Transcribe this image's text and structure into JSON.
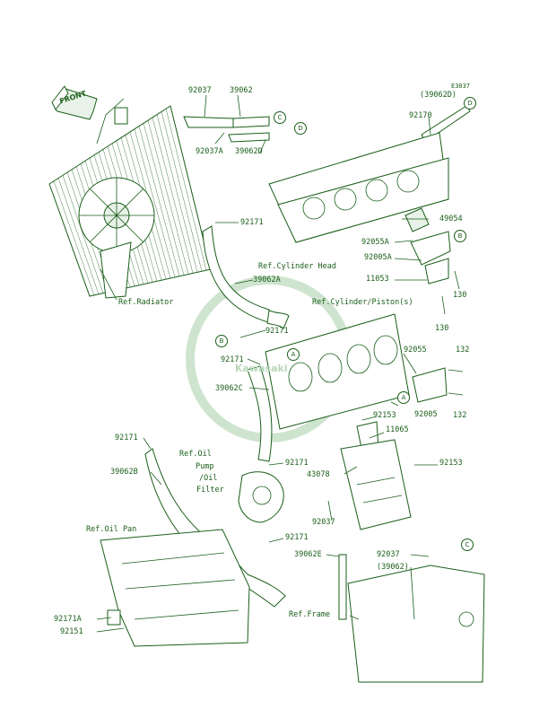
{
  "diagram": {
    "code": "E3037",
    "front_label": "FRONT",
    "watermark_text": "Kawasaki",
    "part_labels": [
      {
        "id": "p92037-top",
        "text": "92037"
      },
      {
        "id": "p39062-top",
        "text": "39062"
      },
      {
        "id": "p92037A",
        "text": "92037A"
      },
      {
        "id": "p39062D",
        "text": "39062D"
      },
      {
        "id": "p39062D-paren",
        "text": "(39062D)"
      },
      {
        "id": "p92170",
        "text": "92170"
      },
      {
        "id": "p92171-a",
        "text": "92171"
      },
      {
        "id": "p49054",
        "text": "49054"
      },
      {
        "id": "p92055A",
        "text": "92055A"
      },
      {
        "id": "p92005A",
        "text": "92005A"
      },
      {
        "id": "p11053",
        "text": "11053"
      },
      {
        "id": "p130-a",
        "text": "130"
      },
      {
        "id": "p130-b",
        "text": "130"
      },
      {
        "id": "p39062A",
        "text": "39062A"
      },
      {
        "id": "p92171-b",
        "text": "92171"
      },
      {
        "id": "p92171-c",
        "text": "92171"
      },
      {
        "id": "p39062C",
        "text": "39062C"
      },
      {
        "id": "p92055",
        "text": "92055"
      },
      {
        "id": "p132-a",
        "text": "132"
      },
      {
        "id": "p132-b",
        "text": "132"
      },
      {
        "id": "p92005",
        "text": "92005"
      },
      {
        "id": "p92153-a",
        "text": "92153"
      },
      {
        "id": "p11065",
        "text": "11065"
      },
      {
        "id": "p92171-d",
        "text": "92171"
      },
      {
        "id": "p39062B",
        "text": "39062B"
      },
      {
        "id": "p92171-e",
        "text": "92171"
      },
      {
        "id": "p43078",
        "text": "43078"
      },
      {
        "id": "p92153-b",
        "text": "92153"
      },
      {
        "id": "p92037-low",
        "text": "92037"
      },
      {
        "id": "p92171-f",
        "text": "92171"
      },
      {
        "id": "p39062E",
        "text": "39062E"
      },
      {
        "id": "p92037-right",
        "text": "92037"
      },
      {
        "id": "p39062-paren",
        "text": "(39062)"
      },
      {
        "id": "p92171A",
        "text": "92171A"
      },
      {
        "id": "p92151",
        "text": "92151"
      }
    ],
    "ref_labels": [
      {
        "id": "ref-radiator",
        "text": "Ref.Radiator"
      },
      {
        "id": "ref-cyl-head",
        "text": "Ref.Cylinder Head"
      },
      {
        "id": "ref-cyl-piston",
        "text": "Ref.Cylinder/Piston(s)"
      },
      {
        "id": "ref-oil-pump",
        "lines": [
          "Ref.Oil",
          "Pump",
          "/Oil",
          "Filter"
        ]
      },
      {
        "id": "ref-oil-pan",
        "text": "Ref.Oil Pan"
      },
      {
        "id": "ref-frame",
        "text": "Ref.Frame"
      }
    ],
    "connectors": [
      {
        "id": "c-C-top",
        "letter": "C"
      },
      {
        "id": "c-D-top",
        "letter": "D"
      },
      {
        "id": "c-D-right",
        "letter": "D"
      },
      {
        "id": "c-B-right",
        "letter": "B"
      },
      {
        "id": "c-B-left",
        "letter": "B"
      },
      {
        "id": "c-A-mid",
        "letter": "A"
      },
      {
        "id": "c-A-right",
        "letter": "A"
      },
      {
        "id": "c-C-low",
        "letter": "C"
      }
    ]
  }
}
